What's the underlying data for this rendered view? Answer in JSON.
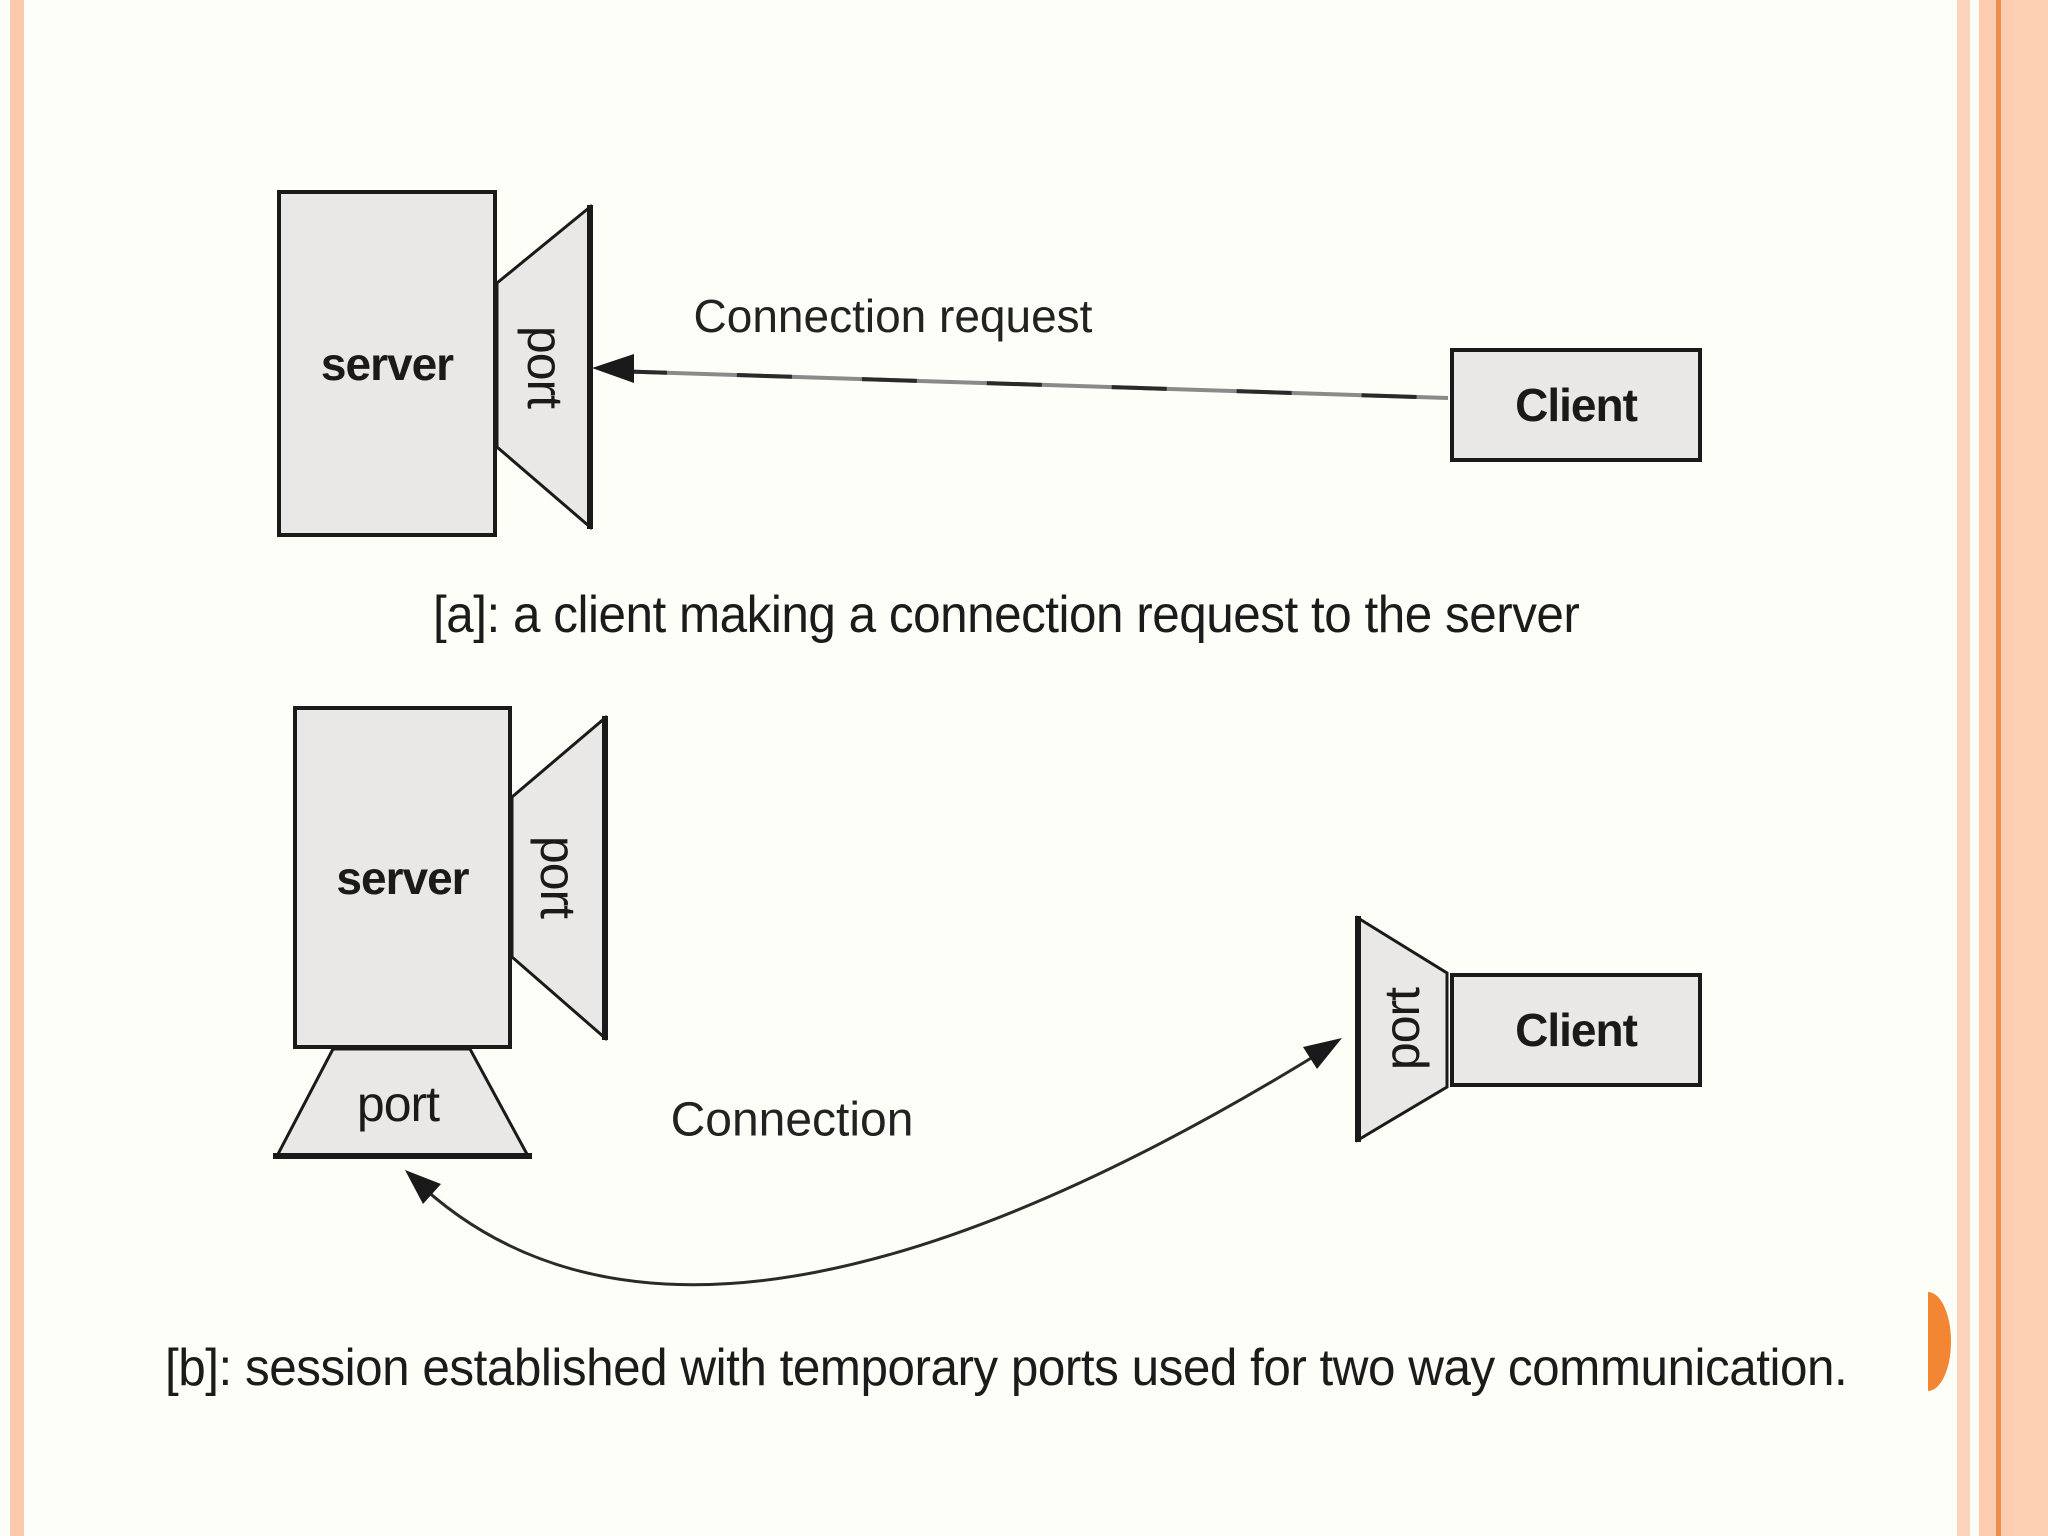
{
  "diagram_a": {
    "server_label": "server",
    "port_label": "port",
    "connection_label": "Connection request",
    "client_label": "Client",
    "caption": "[a]: a client making a connection request to the server"
  },
  "diagram_b": {
    "server_label": "server",
    "server_right_port_label": "port",
    "server_bottom_port_label": "port",
    "client_port_label": "port",
    "client_label": "Client",
    "connection_label": "Connection",
    "caption": "[b]: session established with temporary ports used for two way communication."
  },
  "colors": {
    "background": "#fcfef7",
    "peach_stripe": "#fbc9ac",
    "peach_band": "#fccdb1",
    "orange_line": "#ee8d4d",
    "orange_accent": "#f28632",
    "shape_fill": "#e9e8e6",
    "ink": "#1a1a1a"
  }
}
